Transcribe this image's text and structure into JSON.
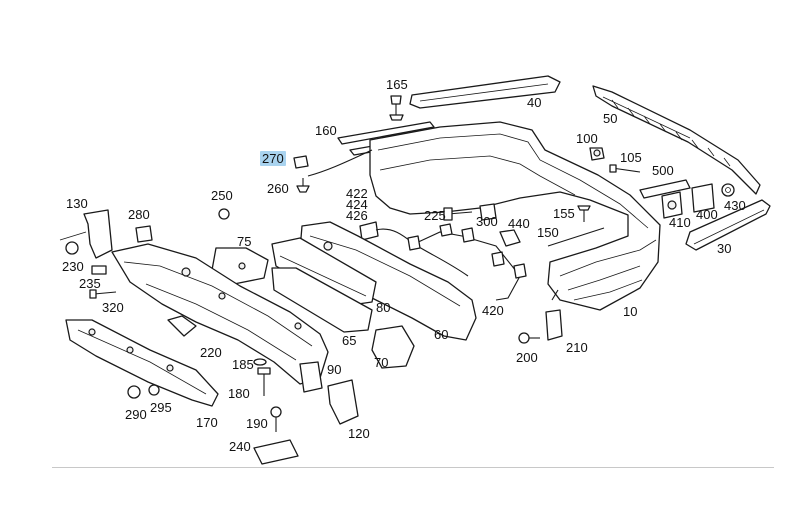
{
  "labels": {
    "l165": "165",
    "l40": "40",
    "l50": "50",
    "l160": "160",
    "l100": "100",
    "l270": "270",
    "l105": "105",
    "l260": "260",
    "l500": "500",
    "l422": "422",
    "l424": "424",
    "l426": "426",
    "l130": "130",
    "l250": "250",
    "l280": "280",
    "l225": "225",
    "l300": "300",
    "l440": "440",
    "l155": "155",
    "l410": "410",
    "l400": "400",
    "l430": "430",
    "l75": "75",
    "l150": "150",
    "l30": "30",
    "l230": "230",
    "l235": "235",
    "l320": "320",
    "l80": "80",
    "l420": "420",
    "l10": "10",
    "l65": "65",
    "l60": "60",
    "l220": "220",
    "l200": "200",
    "l210": "210",
    "l185": "185",
    "l70": "70",
    "l90": "90",
    "l180": "180",
    "l290": "290",
    "l295": "295",
    "l170": "170",
    "l190": "190",
    "l120": "120",
    "l240": "240"
  },
  "highlighted": "270",
  "colors": {
    "highlight": "#a9d3ef",
    "line": "#1a1a1a",
    "rule": "#c8c8c8"
  }
}
